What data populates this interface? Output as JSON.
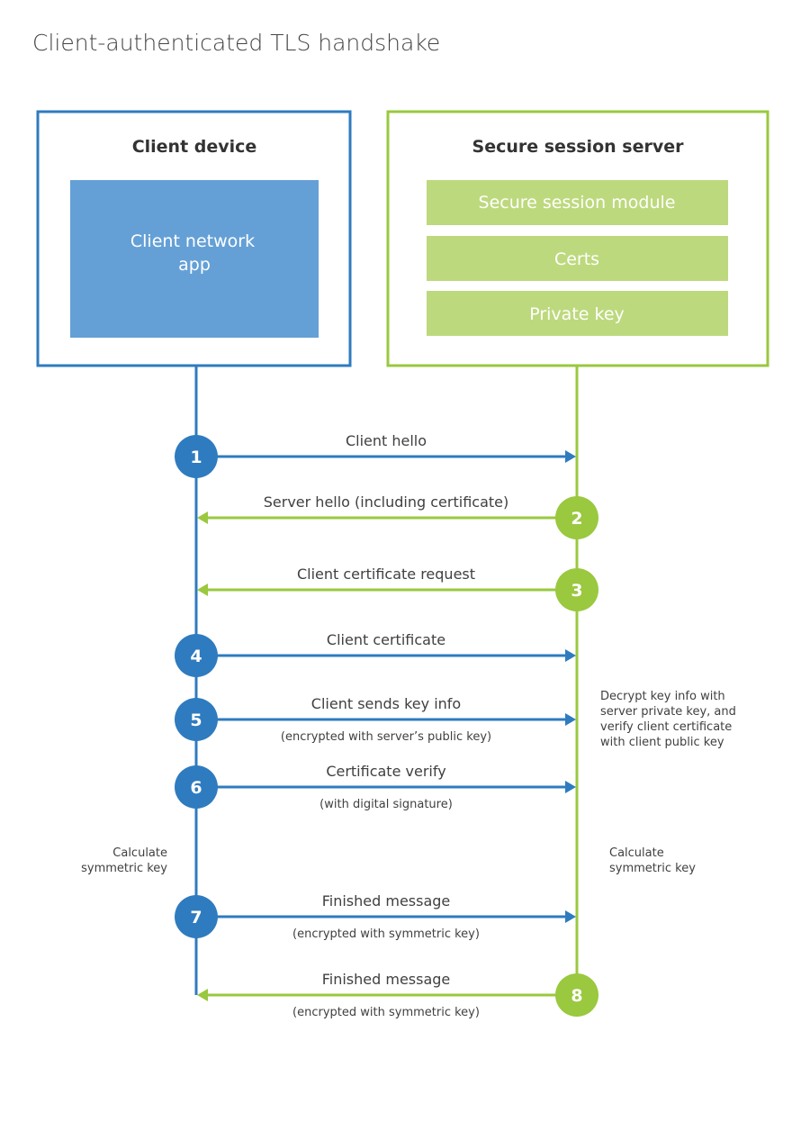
{
  "title": "Client-authenticated TLS handshake",
  "colors": {
    "client": "#2f7bbf",
    "client_light": "#64a0d6",
    "server": "#9ac83f",
    "server_light": "#bdd97d",
    "text": "#404040"
  },
  "client": {
    "heading": "Client device",
    "app_lines": [
      "Client network",
      "app"
    ]
  },
  "server": {
    "heading": "Secure session server",
    "modules": [
      "Secure session module",
      "Certs",
      "Private key"
    ]
  },
  "steps": [
    {
      "num": "1",
      "from": "client",
      "label": "Client hello",
      "sub": ""
    },
    {
      "num": "2",
      "from": "server",
      "label": "Server hello (including certificate)",
      "sub": ""
    },
    {
      "num": "3",
      "from": "server",
      "label": "Client certificate request",
      "sub": ""
    },
    {
      "num": "4",
      "from": "client",
      "label": "Client certificate",
      "sub": ""
    },
    {
      "num": "5",
      "from": "client",
      "label": "Client sends key info",
      "sub": "(encrypted with server’s public key)"
    },
    {
      "num": "6",
      "from": "client",
      "label": "Certificate verify",
      "sub": "(with digital signature)"
    },
    {
      "num": "7",
      "from": "client",
      "label": "Finished message",
      "sub": "(encrypted with symmetric key)"
    },
    {
      "num": "8",
      "from": "server",
      "label": "Finished message",
      "sub": "(encrypted with symmetric key)"
    }
  ],
  "notes": {
    "server_decrypt": [
      "Decrypt key info with",
      "server private key, and",
      "verify client certificate",
      "with client public key"
    ],
    "client_calc": [
      "Calculate",
      "symmetric key"
    ],
    "server_calc": [
      "Calculate",
      "symmetric key"
    ]
  }
}
